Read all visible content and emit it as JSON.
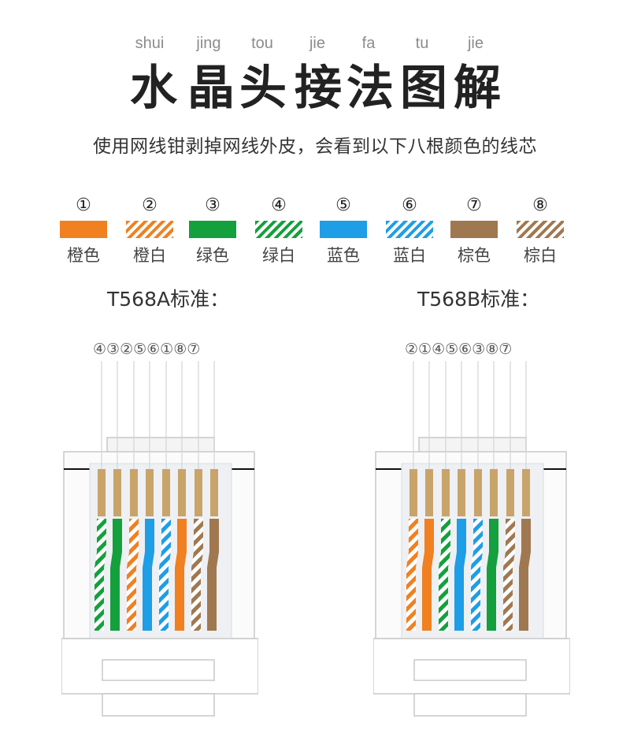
{
  "pinyin": [
    "shui",
    "jing",
    "tou",
    "jie",
    "fa",
    "tu",
    "jie"
  ],
  "title_chars": [
    "水",
    "晶",
    "头",
    "接",
    "法",
    "图",
    "解"
  ],
  "subtitle": "使用网线钳剥掉网线外皮，会看到以下八根颜色的线芯",
  "legend": [
    {
      "num": "①",
      "label": "橙色",
      "color": "#f08020",
      "striped": false
    },
    {
      "num": "②",
      "label": "橙白",
      "color": "#f08020",
      "striped": true
    },
    {
      "num": "③",
      "label": "绿色",
      "color": "#14a03c",
      "striped": false
    },
    {
      "num": "④",
      "label": "绿白",
      "color": "#14a03c",
      "striped": true
    },
    {
      "num": "⑤",
      "label": "蓝色",
      "color": "#1e9ee6",
      "striped": false
    },
    {
      "num": "⑥",
      "label": "蓝白",
      "color": "#1e9ee6",
      "striped": true
    },
    {
      "num": "⑦",
      "label": "棕色",
      "color": "#a07850",
      "striped": false
    },
    {
      "num": "⑧",
      "label": "棕白",
      "color": "#a07850",
      "striped": true
    }
  ],
  "standards": [
    {
      "label": "T568A标准：",
      "pin_order": "④③②⑤⑥①⑧⑦",
      "wires": [
        4,
        3,
        2,
        5,
        6,
        1,
        8,
        7
      ]
    },
    {
      "label": "T568B标准：",
      "pin_order": "②①④⑤⑥③⑧⑦",
      "wires": [
        2,
        1,
        4,
        5,
        6,
        3,
        8,
        7
      ]
    }
  ],
  "colors": {
    "contact_gold": "#c8a46a",
    "plug_outline": "#c8c8c8",
    "plug_fill": "#f4f4f4",
    "title_color": "#222222",
    "pinyin_color": "#8c8c8c"
  }
}
